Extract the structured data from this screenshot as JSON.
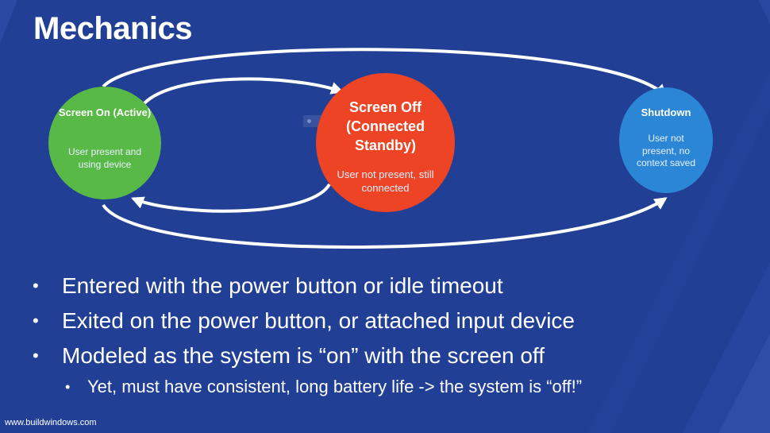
{
  "slide": {
    "title": "Mechanics",
    "footer_url": "www.buildwindows.com"
  },
  "diagram": {
    "states": [
      {
        "title": "Screen On (Active)",
        "description": "User present and using device",
        "color": "#59b947"
      },
      {
        "title": "Screen Off (Connected Standby)",
        "description": "User not present, still connected",
        "color": "#ec4425"
      },
      {
        "title": "Shutdown",
        "description": "User not present, no context saved",
        "color": "#2b87d6"
      }
    ]
  },
  "bullets": [
    {
      "text": "Entered with the power button or idle timeout",
      "level": 1
    },
    {
      "text": "Exited on the power button, or attached input device",
      "level": 1
    },
    {
      "text": "Modeled as the system is “on” with the screen off",
      "level": 1
    },
    {
      "text": "Yet, must have consistent, long battery life -> the system is “off!”",
      "level": 2
    }
  ],
  "bullet_glyph": "•",
  "colors": {
    "background": "#223f96",
    "arrow": "#ffffff"
  }
}
